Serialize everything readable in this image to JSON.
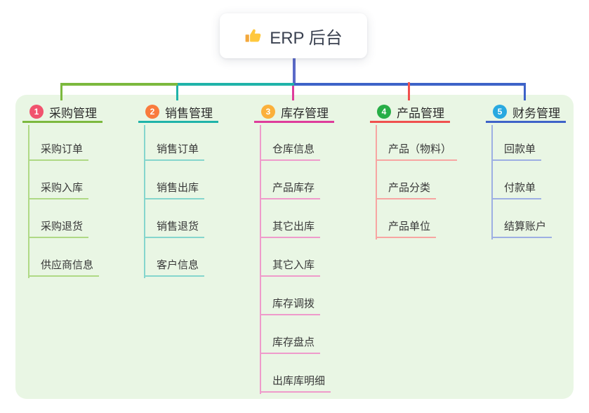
{
  "root": {
    "label": "ERP 后台",
    "icon": "thumbs-up-icon",
    "connector_color": "#5B6AC8"
  },
  "panel": {
    "background": "#E9F6E4"
  },
  "branches": [
    {
      "index": "1",
      "label": "采购管理",
      "badge_color": "#F1536E",
      "line_color": "#7CB93E",
      "item_line_color": "#AFD985",
      "items": [
        "采购订单",
        "采购入库",
        "采购退货",
        "供应商信息"
      ]
    },
    {
      "index": "2",
      "label": "销售管理",
      "badge_color": "#F97B3D",
      "line_color": "#1FB3A9",
      "item_line_color": "#85D6CD",
      "items": [
        "销售订单",
        "销售出库",
        "销售退货",
        "客户信息"
      ]
    },
    {
      "index": "3",
      "label": "库存管理",
      "badge_color": "#FBB03B",
      "line_color": "#DE3C9B",
      "item_line_color": "#EF9BCB",
      "items": [
        "仓库信息",
        "产品库存",
        "其它出库",
        "其它入库",
        "库存调拨",
        "库存盘点",
        "出库库明细"
      ]
    },
    {
      "index": "4",
      "label": "产品管理",
      "badge_color": "#27AE47",
      "line_color": "#F0504E",
      "item_line_color": "#F7A5A2",
      "items": [
        "产品（物料）",
        "产品分类",
        "产品单位"
      ]
    },
    {
      "index": "5",
      "label": "财务管理",
      "badge_color": "#29A9E0",
      "line_color": "#3E63C8",
      "item_line_color": "#9DAFE3",
      "items": [
        "回款单",
        "付款单",
        "结算账户"
      ]
    }
  ]
}
